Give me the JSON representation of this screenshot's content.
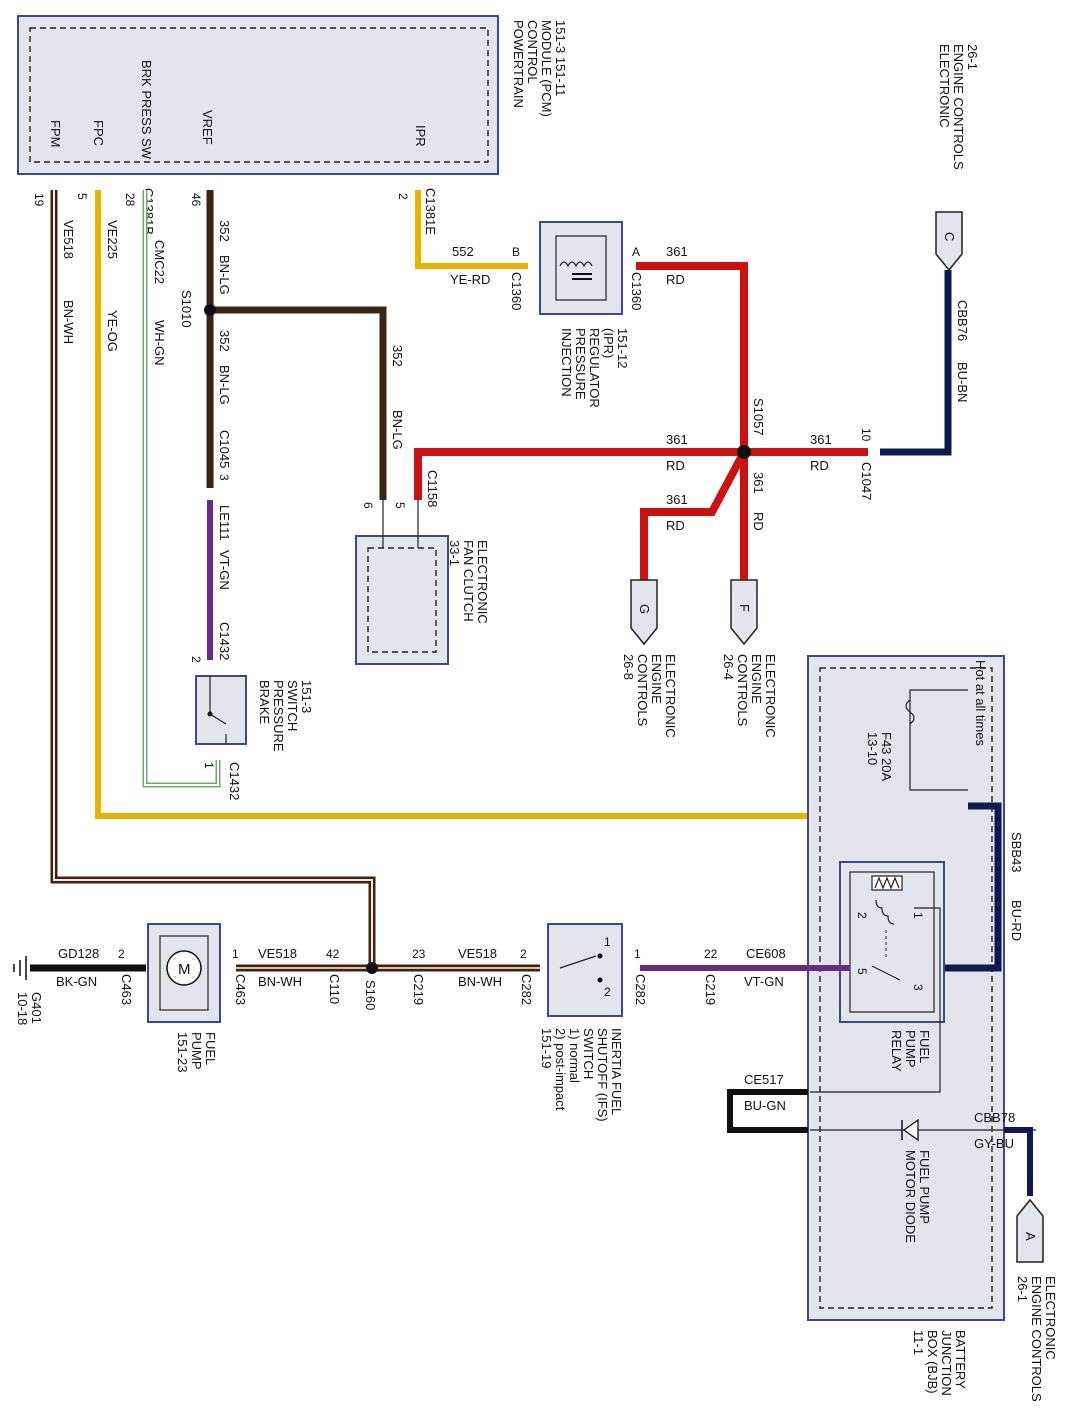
{
  "colors": {
    "red": "#cc1111",
    "brown": "#3a2414",
    "yellow": "#e8b400",
    "navy": "#11184d",
    "violet": "#6a2a88",
    "white_green": "#6fa86f",
    "box_fill": "#e3e5ec",
    "box_border": "#3a4a8a"
  },
  "pcm": {
    "title": [
      "POWERTRAIN",
      "CONTROL",
      "MODULE (PCM)",
      "151-3   151-11"
    ],
    "pins": {
      "fpm": "FPM",
      "fpc": "FPC",
      "brk": "BRK PRESS SW",
      "vref": "VREF",
      "ipr": "IPR"
    },
    "pin_numbers": {
      "fpm": "19",
      "fpc": "5",
      "brk": "28",
      "vref": "46",
      "ipr": "2"
    },
    "connectors": {
      "c1381b": "C1381B",
      "c1381e": "C1381E"
    }
  },
  "top_right_ref": [
    "ELECTRONIC",
    "ENGINE CONTROLS",
    "26-1"
  ],
  "wires": {
    "ve518_fpm": {
      "circuit": "VE518",
      "color": "BN-WH"
    },
    "ve225": {
      "circuit": "VE225",
      "color": "YE-OG"
    },
    "cmc22": {
      "circuit": "CMC22",
      "color": "WH-GN"
    },
    "w352_top": {
      "circuit": "352",
      "color": "BN-LG"
    },
    "w352_mid": {
      "circuit": "352",
      "color": "BN-LG"
    },
    "w352_fan": {
      "circuit": "352",
      "color": "BN-LG"
    },
    "le111": {
      "circuit": "LE111",
      "color": "VT-GN"
    },
    "w552": {
      "circuit": "552",
      "color": "YE-RD"
    },
    "w361_a": {
      "circuit": "361",
      "color": "RD"
    },
    "w361_fan": {
      "circuit": "361",
      "color": "RD"
    },
    "w361_c1047": {
      "circuit": "361",
      "color": "RD"
    },
    "w361_g": {
      "circuit": "361",
      "color": "RD"
    },
    "w361_f": {
      "circuit": "361",
      "color": "RD"
    },
    "cbb76": {
      "circuit": "CBB76",
      "color": "BU-BN"
    },
    "sbb43": {
      "circuit": "SBB43",
      "color": "BU-RD"
    },
    "ce608": {
      "circuit": "CE608",
      "color": "VT-GN"
    },
    "ce517": {
      "circuit": "CE517",
      "color": "BU-GN"
    },
    "cbb78": {
      "circuit": "CBB78",
      "color": "GY-BU"
    },
    "gd128": {
      "circuit": "GD128",
      "color": "BK-GN"
    },
    "ve518_a": {
      "circuit": "VE518",
      "color": "BN-WH"
    },
    "ve518_b": {
      "circuit": "VE518",
      "color": "BN-WH"
    }
  },
  "splices": {
    "s1010": "S1010",
    "s1057": "S1057",
    "s160": "S160"
  },
  "connectors": {
    "c1045": "C1045",
    "c1045_pin": "3",
    "c1432_top": "C1432",
    "c1432_top_pin": "2",
    "c1432_bot": "C1432",
    "c1432_bot_pin": "1",
    "c1158": "C1158",
    "c1158_pin5": "5",
    "c1158_pin6": "6",
    "c1360_a": "C1360",
    "c1360_a_pin": "A",
    "c1360_b": "C1360",
    "c1360_b_pin": "B",
    "c1047": "C1047",
    "c1047_pin": "10",
    "c463_a": "C463",
    "c463_a_pin": "2",
    "c463_b": "C463",
    "c463_b_pin": "1",
    "c110": "C110",
    "c110_pin": "42",
    "c219_a": "C219",
    "c219_a_pin": "23",
    "c282_a": "C282",
    "c282_a_pin": "2",
    "c282_b": "C282",
    "c282_b_pin": "1",
    "c219_b": "C219",
    "c219_b_pin": "22"
  },
  "components": {
    "ipr": [
      "INJECTION",
      "PRESSURE",
      "REGULATOR",
      "(IPR)",
      "151-12"
    ],
    "fan_clutch": [
      "ELECTRONIC",
      "FAN CLUTCH",
      "33-1"
    ],
    "brake_switch": [
      "BRAKE",
      "PRESSURE",
      "SWITCH",
      "151-3"
    ],
    "fuel_pump": [
      "FUEL",
      "PUMP",
      "151-23"
    ],
    "fuel_pump_motor": "M",
    "ifs": [
      "INERTIA FUEL",
      "SHUTOFF (IFS)",
      "SWITCH",
      "1) normal",
      "2) post-impact",
      "151-19"
    ],
    "ifs_pins": {
      "p1": "1",
      "p2": "2"
    },
    "relay": [
      "FUEL",
      "PUMP",
      "RELAY"
    ],
    "relay_pins": {
      "p1": "1",
      "p2": "2",
      "p3": "3",
      "p5": "5"
    },
    "diode": [
      "FUEL PUMP",
      "MOTOR DIODE"
    ],
    "fuse": [
      "F43   20A",
      "13-10"
    ],
    "hot": "Hot at all times",
    "bjb": [
      "BATTERY",
      "JUNCTION",
      "BOX (BJB)",
      "11-1"
    ],
    "ground": [
      "G401",
      "10-18"
    ]
  },
  "offpage": {
    "c": {
      "letter": "C"
    },
    "g": {
      "letter": "G",
      "ref": [
        "ELECTRONIC",
        "ENGINE",
        "CONTROLS",
        "26-8"
      ]
    },
    "f": {
      "letter": "F",
      "ref": [
        "ELECTRONIC",
        "ENGINE",
        "CONTROLS",
        "26-4"
      ]
    },
    "a": {
      "letter": "A",
      "ref": [
        "ELECTRONIC",
        "ENGINE CONTROLS",
        "26-1"
      ]
    }
  }
}
